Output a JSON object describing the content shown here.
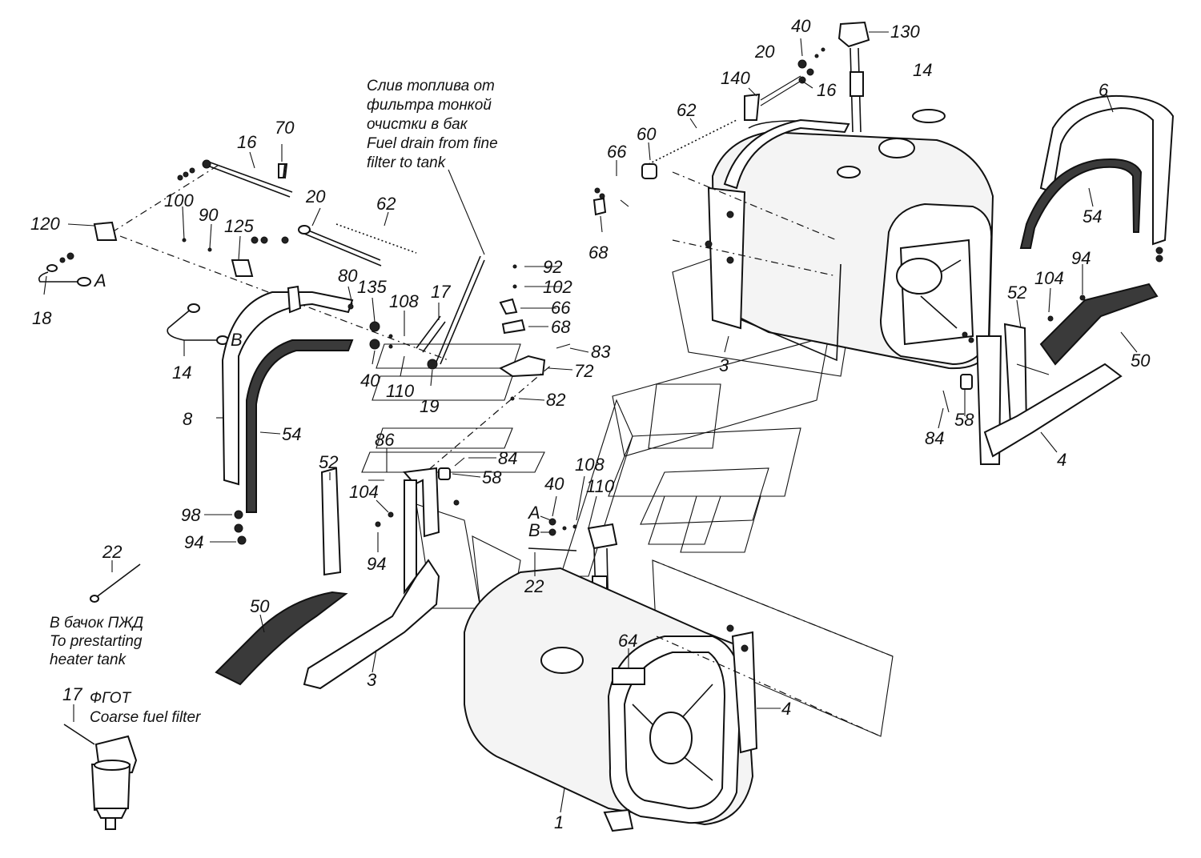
{
  "callouts": {
    "c130": "130",
    "c40a": "40",
    "c20a": "20",
    "c140": "140",
    "c16a": "16",
    "c14a": "14",
    "c62a": "62",
    "c60": "60",
    "c66a": "66",
    "c68a": "68",
    "c6": "6",
    "c54a": "54",
    "c94a": "94",
    "c104a": "104",
    "c52a": "52",
    "c50a": "50",
    "c3a": "3",
    "c58a": "58",
    "c84a": "84",
    "c4a": "4",
    "c70": "70",
    "c16b": "16",
    "c100": "100",
    "c90": "90",
    "c125": "125",
    "c20b": "20",
    "c62b": "62",
    "c120": "120",
    "cA1": "A",
    "c18": "18",
    "cB1": "B",
    "c14b": "14",
    "c80": "80",
    "c135": "135",
    "c108a": "108",
    "c17a": "17",
    "c40b": "40",
    "c110a": "110",
    "c19": "19",
    "c92": "92",
    "c102": "102",
    "c66b": "66",
    "c68b": "68",
    "c83": "83",
    "c72": "72",
    "c82": "82",
    "c8": "8",
    "c54b": "54",
    "c86": "86",
    "c84b": "84",
    "c58b": "58",
    "c98": "98",
    "c94b": "94",
    "c52b": "52",
    "c104b": "104",
    "c94c": "94",
    "c108b": "108",
    "c40c": "40",
    "c110b": "110",
    "cA2": "A",
    "cB2": "B",
    "c22a": "22",
    "c64": "64",
    "c4b": "4",
    "c1": "1",
    "c50b": "50",
    "c3b": "3",
    "c22b": "22",
    "c17b": "17"
  },
  "notes": {
    "drain_ru_1": "Слив топлива от",
    "drain_ru_2": "фильтра тонкой",
    "drain_ru_3": "очистки в бак",
    "drain_en_1": "Fuel drain from fine",
    "drain_en_2": "filter to tank",
    "heater_ru": "В бачок ПЖД",
    "heater_en_1": "To prestarting",
    "heater_en_2": "heater  tank",
    "filter_ru": "ФГОТ",
    "filter_en": "Coarse fuel filter"
  }
}
